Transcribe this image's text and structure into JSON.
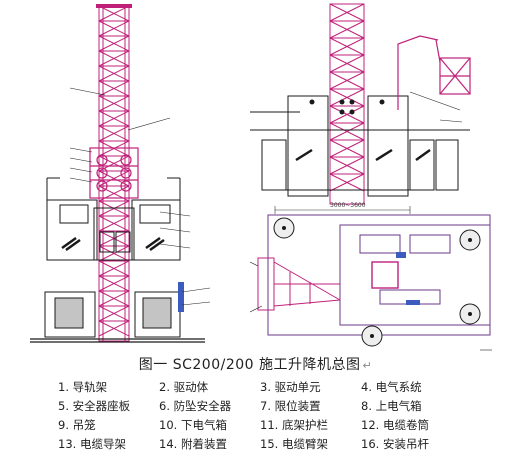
{
  "caption": "图一 SC200/200 施工升降机总图",
  "return_mark": "↵",
  "dimension_label": "3000~3600",
  "legend": [
    [
      "1. 导轨架",
      "2. 驱动体",
      "3. 驱动单元",
      "4. 电气系统"
    ],
    [
      "5. 安全器座板",
      "6. 防坠安全器",
      "7. 限位装置",
      "8. 上电气箱"
    ],
    [
      "9. 吊笼",
      "10. 下电气箱",
      "11. 底架护栏",
      "12. 电缆卷筒"
    ],
    [
      "13. 电缆导架",
      "14. 附着装置",
      "15. 电缆臂架",
      "16. 安装吊杆"
    ]
  ],
  "colors": {
    "mast": "#c0207a",
    "cage": "#1a1a1a",
    "frame": "#c0207a",
    "plan": "#6a3a8a"
  }
}
